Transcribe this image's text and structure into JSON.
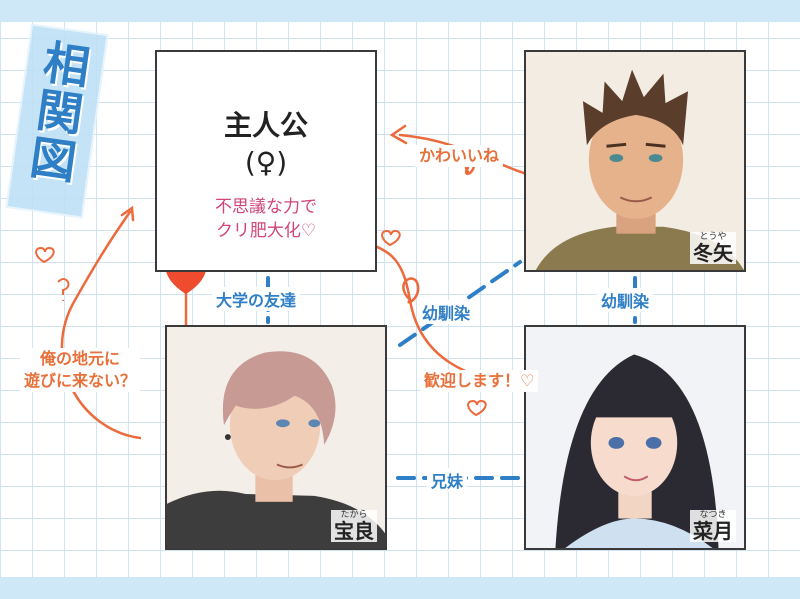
{
  "title": "相関図",
  "characters": {
    "protagonist": {
      "name": "主人公",
      "symbol": "(♀)",
      "desc_line1": "不思議な力で",
      "desc_line2": "クリ肥大化♡"
    },
    "toya": {
      "name": "冬矢",
      "ruby": "とうや"
    },
    "takara": {
      "name": "宝良",
      "ruby": "たから"
    },
    "natsuki": {
      "name": "菜月",
      "ruby": "なつき"
    }
  },
  "relations": {
    "protag_takara": "大学の友達",
    "toya_takara": "幼馴染",
    "toya_natsuki": "幼馴染",
    "takara_natsuki": "兄妹"
  },
  "lines": {
    "toya_to_protag": "かわいいね",
    "natsuki_to_protag": "歓迎します！♡",
    "takara_line1": "俺の地元に",
    "takara_line2": "遊びに来ない？"
  },
  "colors": {
    "blue": "#2f7fc7",
    "orange": "#e8703a",
    "pink": "#d2457a",
    "red_heart": "#ef4b2f"
  }
}
